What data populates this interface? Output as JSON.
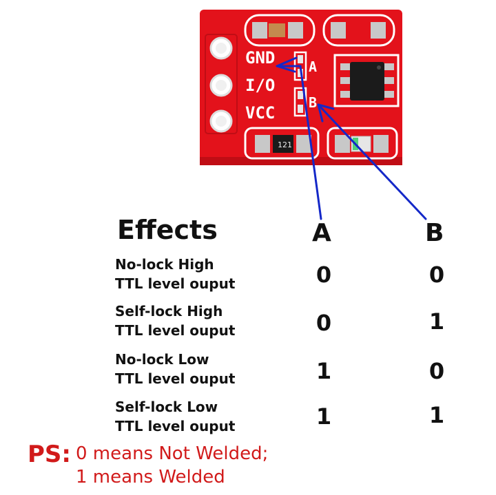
{
  "board": {
    "pin_labels": [
      "GND",
      "I/O",
      "VCC"
    ],
    "pad_a_label": "A",
    "pad_b_label": "B",
    "resistor_code": "121",
    "colors": {
      "pcb": "#e3121b",
      "pcb_dark": "#c00d15",
      "silk": "#ffffff",
      "arrow": "#1428c8",
      "chip": "#1b1b1b",
      "pad": "#c8c8c8"
    }
  },
  "table": {
    "title": "Effects",
    "col_a": "A",
    "col_b": "B",
    "rows": [
      {
        "line1": "No-lock High",
        "line2": "TTL level ouput",
        "a": "0",
        "b": "0"
      },
      {
        "line1": "Self-lock High",
        "line2": "TTL level ouput",
        "a": "0",
        "b": "1"
      },
      {
        "line1": "No-lock Low",
        "line2": "TTL level ouput",
        "a": "1",
        "b": "0"
      },
      {
        "line1": "Self-lock Low",
        "line2": "TTL level ouput",
        "a": "1",
        "b": "1"
      }
    ]
  },
  "note": {
    "label": "PS:",
    "line1": "0 means Not Welded;",
    "line2": "1 means Welded",
    "color": "#d11a1a"
  }
}
